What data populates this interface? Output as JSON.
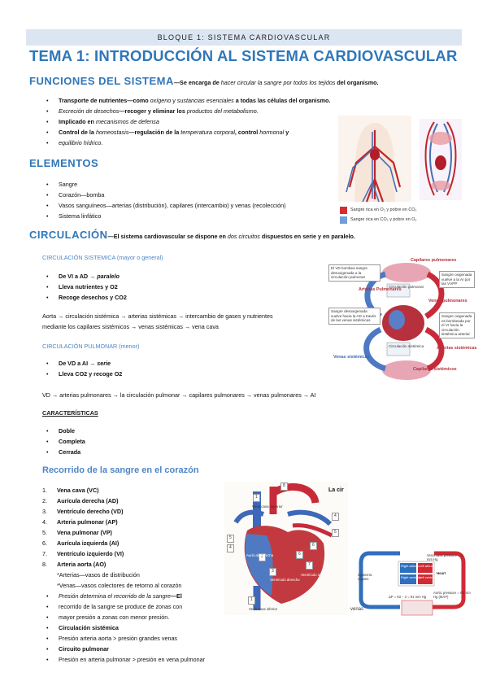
{
  "banner": "BLOQUE 1: SISTEMA CARDIOVASCULAR",
  "title": "TEMA 1: INTRODUCCIÓN AL SISTEMA CARDIOVASCULAR",
  "funciones": {
    "heading": "FUNCIONES DEL SISTEMA",
    "intro_a": "—Se encarga de ",
    "intro_b": "hacer circular la sangre por todos los tejidos",
    "intro_c": " del organismo.",
    "items": [
      {
        "a": "Transporte de nutrientes—como ",
        "b": "oxígeno",
        "c": " y ",
        "d": "sustancias esenciales",
        "e": " a todas las células del organismo."
      },
      {
        "a": "",
        "b": "Excreción de desechos",
        "c": "—recoger y eliminar los ",
        "d": "productos del metabolismo",
        "e": "."
      },
      {
        "a": "Implicado en ",
        "b": "mecanismos de defensa",
        "c": "",
        "d": "",
        "e": ""
      },
      {
        "a": "Control de la ",
        "b": "homeostasis",
        "c": "—regulación de la ",
        "d": "temperatura corporal",
        "e": ", control "
      },
      {
        "a": "",
        "b": "hormonal",
        "c": " y ",
        "d": "equilibrio hídrico",
        "e": "."
      }
    ]
  },
  "elementos": {
    "heading": "ELEMENTOS",
    "items": [
      "Sangre",
      "Corazón—bomba",
      "Vasos sanguíneos—arterias (distribución), capilares (intercambio) y venas (recolección)",
      "Sistema linfático"
    ]
  },
  "legend": {
    "red": "Sangre rica en O₂ y pobre en CO₂",
    "blue": "Sangre rica en CO₂ y pobre en O₂"
  },
  "circulacion": {
    "heading": "CIRCULACIÓN",
    "intro_a": "—El sistema cardiovascular se dispone en ",
    "intro_b": "dos circuitos",
    "intro_c": " dispuestos en serie y en paralelo.",
    "sistemica": {
      "title": "CIRCULACIÓN SISTEMICA (mayor o general)",
      "items": [
        "De VI a AD → ",
        "Lleva nutrientes y O2",
        "Recoge desechos y CO2"
      ],
      "item1_italic": "paralelo",
      "para1": "Aorta → circulación sistémica → arterias sistémicas → intercambio de gases y nutrientes",
      "para2": "mediante los capilares sistémicos → venas sistémicas → vena cava"
    },
    "pulmonar": {
      "title": "CIRCULACIÓN PULMONAR (menor)",
      "items": [
        "De VD a AI → ",
        "Lleva CO2 y recoge O2"
      ],
      "item1_italic": "serie",
      "para": "VD → arterias pulmonares → la circulación pulmonar → capilares pulmonares → venas pulmonares → AI"
    },
    "caracteristicas": {
      "title": "CARACTERÍSTICAS",
      "items": [
        "Doble",
        "Completa",
        "Cerrada"
      ]
    }
  },
  "circ_fig": {
    "capilares_pulm": "Capilares pulmonares",
    "arterias_pulm": "Arterias Pulmonares",
    "circ_pulm": "Circulación pulmonar",
    "venas_pulm": "Venas pulmonares",
    "circ_sist": "Circulación sistémica",
    "venas_sist": "Venas sistémicas",
    "arterias_sist": "Arterias sistémicas",
    "capilares_sist": "Capilares sistémicos",
    "box1": "El VD bombea sangre desoxigenada a la circulación pulmonar",
    "box2": "Sangre oxigenada vuelve a la AI por las VVPP",
    "box3": "Sangre desoxigenada vuelve hacia la AD a través de las venas sistémicas",
    "box4": "Sangre oxigenada es bombeada por el VI hacia la circulación sistémica arterial"
  },
  "recorrido": {
    "heading": "Recorrido de la sangre en el corazón",
    "items": [
      "Vena cava (VC)",
      "Aurícula derecha (AD)",
      "Ventrículo derecho (VD)",
      "Arteria pulmonar (AP)",
      "Vena pulmonar (VP)",
      "Aurícula izquierda (AI)",
      "Ventrículo izquierdo (VI)",
      "Arteria aorta (AO)"
    ],
    "note1": "*Arterias—vasos de distribución",
    "note2": "*Venas—vasos colectores de retorno al corazón",
    "presion_a": "Presión determina el recorrido de la sangre",
    "presion_b": "—El",
    "presion_l2": "recorrido de la sangre se produce de zonas con",
    "presion_l3": "mayor presión a zonas con menor presión.",
    "sist_title": "Circulación sistémica",
    "sist_text": "Presión arteria aorta > presión grandes venas",
    "pulm_title": "Circuito pulmonar",
    "pulm_text": "Presión en arteria pulmonar > presión en vena pulmonar"
  },
  "heart_fig": {
    "header": "La cir",
    "nums": [
      "1",
      "2",
      "3",
      "4",
      "5",
      "6",
      "7",
      "8"
    ],
    "vena_cava_sup": "Vena cava superior",
    "auricula_der": "Aurícula derecha",
    "ventriculo_der": "Ventrículo derecho",
    "ventriculo_izq": "Ventrículo izquierdo",
    "vena_cava_inf": "Vena cava inferior"
  },
  "pressure_fig": {
    "vena_cava_pressure": "Vena cava pressure = 2 mm Hg",
    "right_atrium": "Right atrium",
    "right_ventricle": "Right ventricle",
    "left_atrium": "Left atrium",
    "left_ventricle": "Left ventricle",
    "heart": "Heart",
    "systemic_organs": "Systemic organs",
    "delta_p": "ΔP = 93 − 2 = 91 mm Hg",
    "aortic_pressure": "Aortic pressure = 93 mm Hg (MAP)",
    "venas": "venas"
  }
}
